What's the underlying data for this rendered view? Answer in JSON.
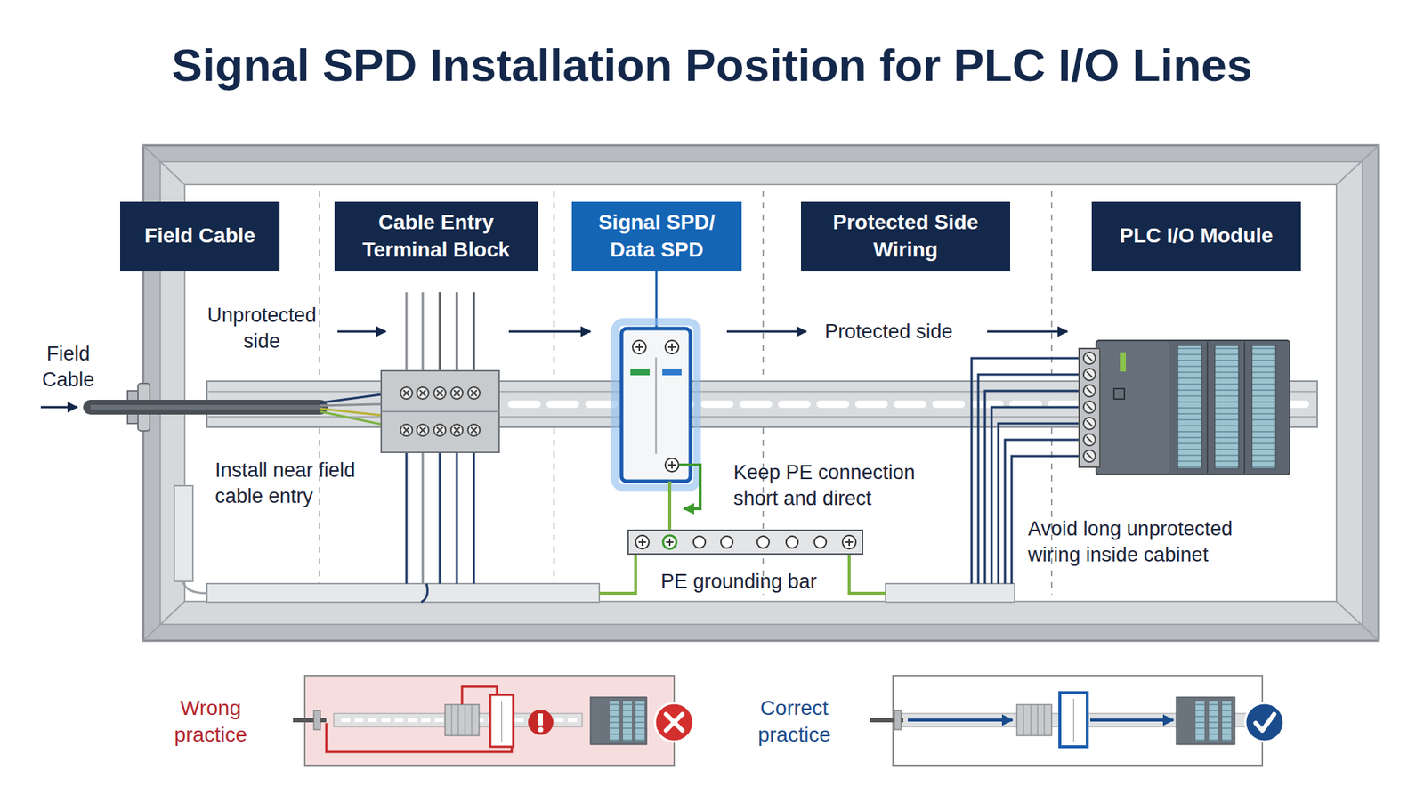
{
  "diagram": {
    "title": "Signal SPD Installation Position for PLC I/O Lines",
    "nodes": [
      {
        "text": [
          "Field Cable"
        ]
      },
      {
        "text": [
          "Cable Entry Terminal Block"
        ]
      },
      {
        "text": [
          "Signal SPD/ Data SPD"
        ]
      },
      {
        "text": [
          "Protected Side Wiring"
        ]
      },
      {
        "text": [
          "PLC I/O Module"
        ]
      }
    ],
    "labels": [
      "Field Cable",
      "Unprotected side",
      "Protected side",
      "Install near field cable entry",
      "Keep PE connection short and direct",
      "PE grounding bar",
      "Avoid long unprotected wiring inside cabinet",
      "Wrong practice",
      "Correct practice"
    ]
  }
}
